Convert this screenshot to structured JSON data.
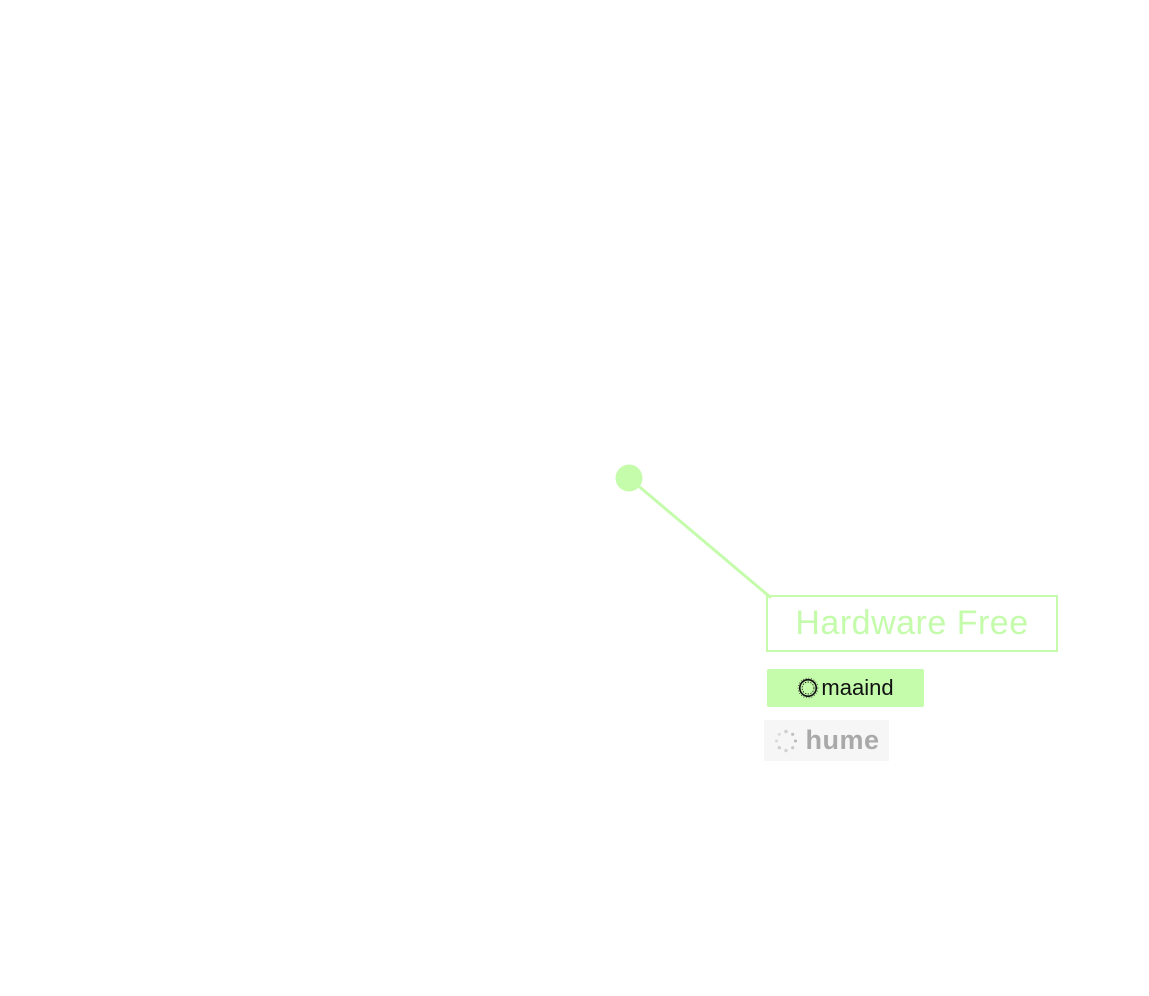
{
  "callout": {
    "label": "Hardware Free",
    "color": "#c4fcac",
    "dot_icon": "circle-dot-icon"
  },
  "partners": [
    {
      "name": "maaind",
      "wordmark": "maaind",
      "logo_icon": "maaind-ring-icon",
      "background": "#c4fcac",
      "text_color": "#111111"
    },
    {
      "name": "hume",
      "wordmark": "hume",
      "logo_icon": "hume-dots-icon",
      "background": "#f6f6f6",
      "text_color": "#a9a9a9"
    }
  ]
}
